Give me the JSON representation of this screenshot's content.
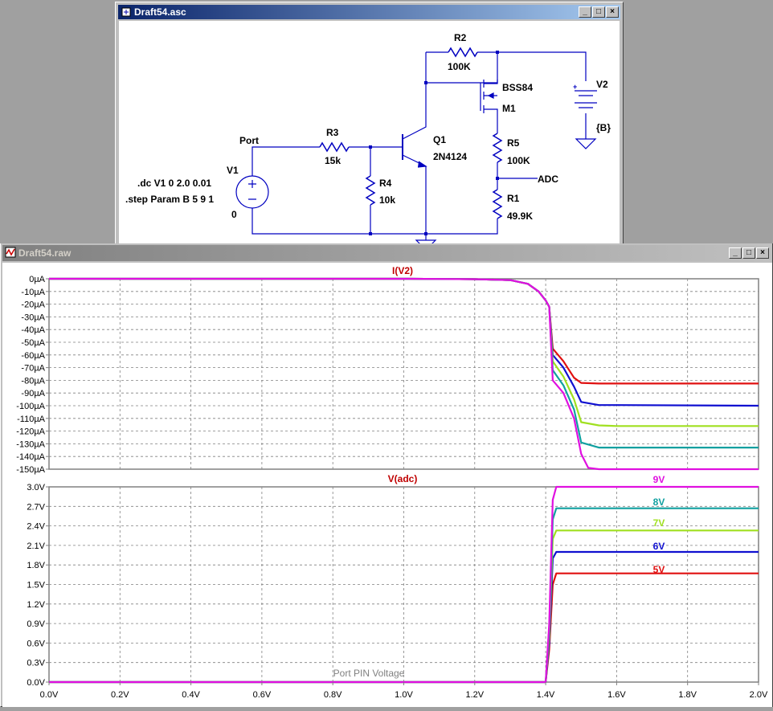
{
  "schematic_window": {
    "title": "Draft54.asc",
    "buttons": [
      "_",
      "□",
      "×"
    ]
  },
  "schematic": {
    "labels": {
      "r2_name": "R2",
      "r2_value": "100K",
      "m1_model": "BSS84",
      "m1_name": "M1",
      "v2_name": "V2",
      "v2_value": "{B}",
      "q1_name": "Q1",
      "q1_model": "2N4124",
      "r3_name": "R3",
      "r3_value": "15k",
      "port_label": "Port",
      "v1_name": "V1",
      "v1_value": "0",
      "directive_dc": ".dc V1 0 2.0 0.01",
      "directive_step": ".step Param B 5 9 1",
      "r4_name": "R4",
      "r4_value": "10k",
      "r5_name": "R5",
      "r5_value": "100K",
      "adc_label": "ADC",
      "r1_name": "R1",
      "r1_value": "49.9K",
      "v2_plus": "+"
    }
  },
  "plot_window": {
    "title": "Draft54.raw",
    "buttons": [
      "_",
      "□",
      "×"
    ]
  },
  "chart_data": [
    {
      "type": "line",
      "title": "I(V2)",
      "ylim": [
        -150,
        0
      ],
      "y_unit": "µA",
      "y_ticks": [
        "0µA",
        "-10µA",
        "-20µA",
        "-30µA",
        "-40µA",
        "-50µA",
        "-60µA",
        "-70µA",
        "-80µA",
        "-90µA",
        "-100µA",
        "-110µA",
        "-120µA",
        "-130µA",
        "-140µA",
        "-150µA"
      ],
      "xlim": [
        0,
        2.0
      ],
      "grid": true,
      "series": [
        {
          "name": "5V",
          "color": "#e01010",
          "x": [
            0,
            1.0,
            1.2,
            1.3,
            1.35,
            1.38,
            1.4,
            1.41,
            1.42,
            1.45,
            1.48,
            1.5,
            1.55,
            1.6,
            2.0
          ],
          "y": [
            0,
            0,
            -0.3,
            -1,
            -4,
            -10,
            -17,
            -22,
            -55,
            -65,
            -78,
            -82,
            -82.5,
            -82.5,
            -82.5
          ]
        },
        {
          "name": "6V",
          "color": "#1010d0",
          "x": [
            0,
            1.0,
            1.2,
            1.3,
            1.35,
            1.38,
            1.4,
            1.41,
            1.42,
            1.45,
            1.48,
            1.5,
            1.55,
            1.6,
            2.0
          ],
          "y": [
            0,
            0,
            -0.3,
            -1,
            -4,
            -10,
            -17,
            -22,
            -60,
            -70,
            -85,
            -97,
            -99.5,
            -99.5,
            -100
          ]
        },
        {
          "name": "7V",
          "color": "#a0e020",
          "x": [
            0,
            1.0,
            1.2,
            1.3,
            1.35,
            1.38,
            1.4,
            1.41,
            1.42,
            1.45,
            1.48,
            1.5,
            1.55,
            1.6,
            2.0
          ],
          "y": [
            0,
            0,
            -0.3,
            -1,
            -4,
            -10,
            -17,
            -22,
            -65,
            -77,
            -95,
            -113,
            -115.5,
            -116,
            -116
          ]
        },
        {
          "name": "8V",
          "color": "#10a0a0",
          "x": [
            0,
            1.0,
            1.2,
            1.3,
            1.35,
            1.38,
            1.4,
            1.41,
            1.42,
            1.45,
            1.48,
            1.5,
            1.55,
            1.6,
            2.0
          ],
          "y": [
            0,
            0,
            -0.3,
            -1,
            -4,
            -10,
            -17,
            -22,
            -72,
            -84,
            -103,
            -129,
            -133,
            -133,
            -133
          ]
        },
        {
          "name": "9V",
          "color": "#e010e0",
          "x": [
            0,
            1.0,
            1.2,
            1.3,
            1.35,
            1.38,
            1.4,
            1.41,
            1.42,
            1.45,
            1.48,
            1.5,
            1.52,
            1.55,
            2.0
          ],
          "y": [
            0,
            0,
            -0.3,
            -1,
            -4,
            -10,
            -17,
            -22,
            -80,
            -90,
            -110,
            -138,
            -149,
            -150,
            -150
          ]
        }
      ]
    },
    {
      "type": "line",
      "title": "V(adc)",
      "ylim": [
        0,
        3.0
      ],
      "y_ticks": [
        "3.0V",
        "2.7V",
        "2.4V",
        "2.1V",
        "1.8V",
        "1.5V",
        "1.2V",
        "0.9V",
        "0.6V",
        "0.3V",
        "0.0V"
      ],
      "xlim": [
        0,
        2.0
      ],
      "xlabel": "Port PIN Voltage",
      "x_ticks": [
        "0.0V",
        "0.2V",
        "0.4V",
        "0.6V",
        "0.8V",
        "1.0V",
        "1.2V",
        "1.4V",
        "1.6V",
        "1.8V",
        "2.0V"
      ],
      "grid": true,
      "series": [
        {
          "name": "5V",
          "color": "#e01010",
          "x": [
            0,
            1.4,
            1.41,
            1.42,
            1.43,
            2.0
          ],
          "y": [
            0,
            0,
            0.5,
            1.5,
            1.67,
            1.67
          ]
        },
        {
          "name": "6V",
          "color": "#1010d0",
          "x": [
            0,
            1.4,
            1.41,
            1.42,
            1.43,
            2.0
          ],
          "y": [
            0,
            0,
            0.6,
            1.9,
            2.0,
            2.0
          ]
        },
        {
          "name": "7V",
          "color": "#a0e020",
          "x": [
            0,
            1.4,
            1.41,
            1.42,
            1.43,
            2.0
          ],
          "y": [
            0,
            0,
            0.7,
            2.2,
            2.33,
            2.33
          ]
        },
        {
          "name": "8V",
          "color": "#10a0a0",
          "x": [
            0,
            1.4,
            1.41,
            1.42,
            1.43,
            2.0
          ],
          "y": [
            0,
            0,
            0.8,
            2.5,
            2.67,
            2.67
          ]
        },
        {
          "name": "9V",
          "color": "#e010e0",
          "x": [
            0,
            1.4,
            1.41,
            1.42,
            1.43,
            2.0
          ],
          "y": [
            0,
            0,
            0.9,
            2.8,
            3.0,
            3.0
          ]
        }
      ]
    }
  ]
}
